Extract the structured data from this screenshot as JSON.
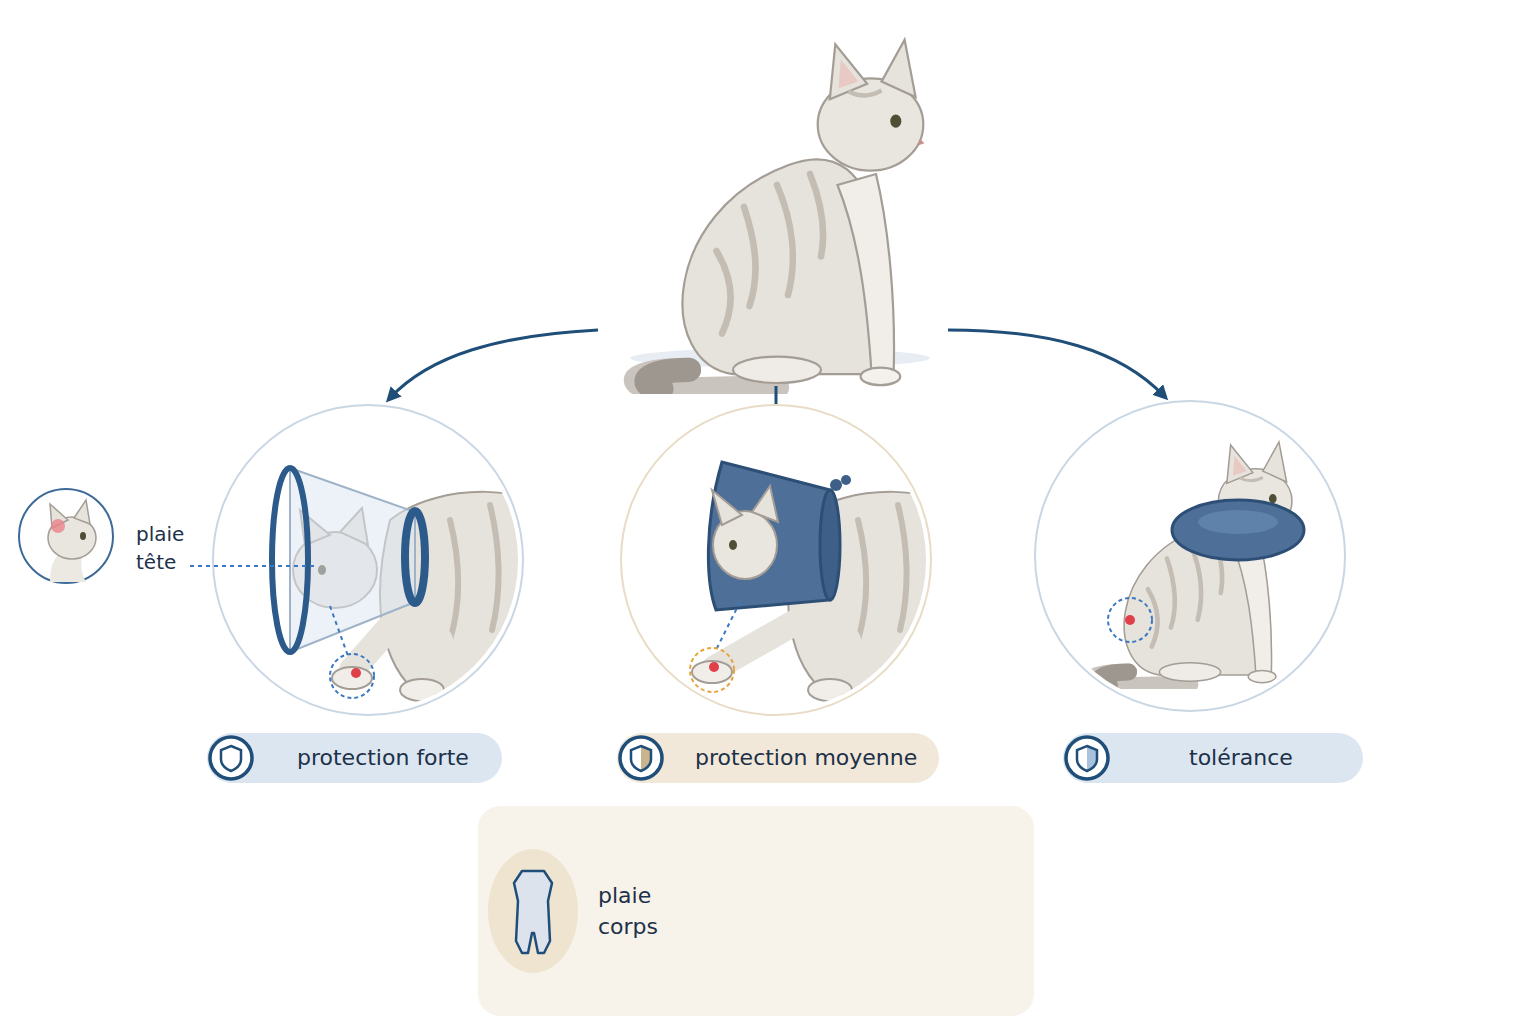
{
  "diagram": {
    "nodes": [
      {
        "text": [
          "plaie tête"
        ]
      },
      {
        "text": [
          "protection forte"
        ]
      },
      {
        "text": [
          "protection moyenne"
        ]
      },
      {
        "text": [
          "tolérance"
        ]
      },
      {
        "text": [
          "plaie corps"
        ]
      }
    ]
  }
}
